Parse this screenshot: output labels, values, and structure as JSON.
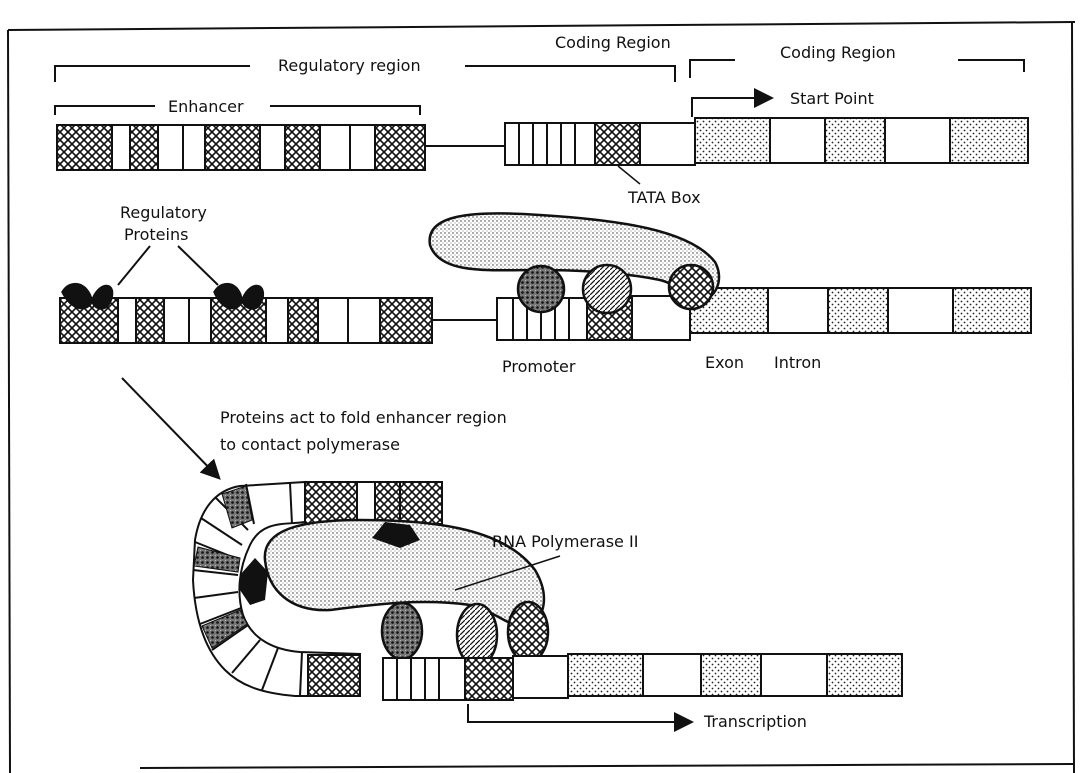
{
  "labels": {
    "regulatory_region": "Regulatory region",
    "coding_region_1": "Coding Region",
    "coding_region_2": "Coding Region",
    "enhancer": "Enhancer",
    "start_point": "Start Point",
    "tata_box": "TATA Box",
    "regulatory_proteins_line1": "Regulatory",
    "regulatory_proteins_line2": "Proteins",
    "promoter": "Promoter",
    "exon": "Exon",
    "intron": "Intron",
    "fold_caption_line1": "Proteins act to fold enhancer region",
    "fold_caption_line2": "to contact polymerase",
    "rna_polymerase": "RNA Polymerase II",
    "transcription": "Transcription"
  },
  "colors": {
    "ink": "#111111",
    "paper": "#ffffff"
  }
}
